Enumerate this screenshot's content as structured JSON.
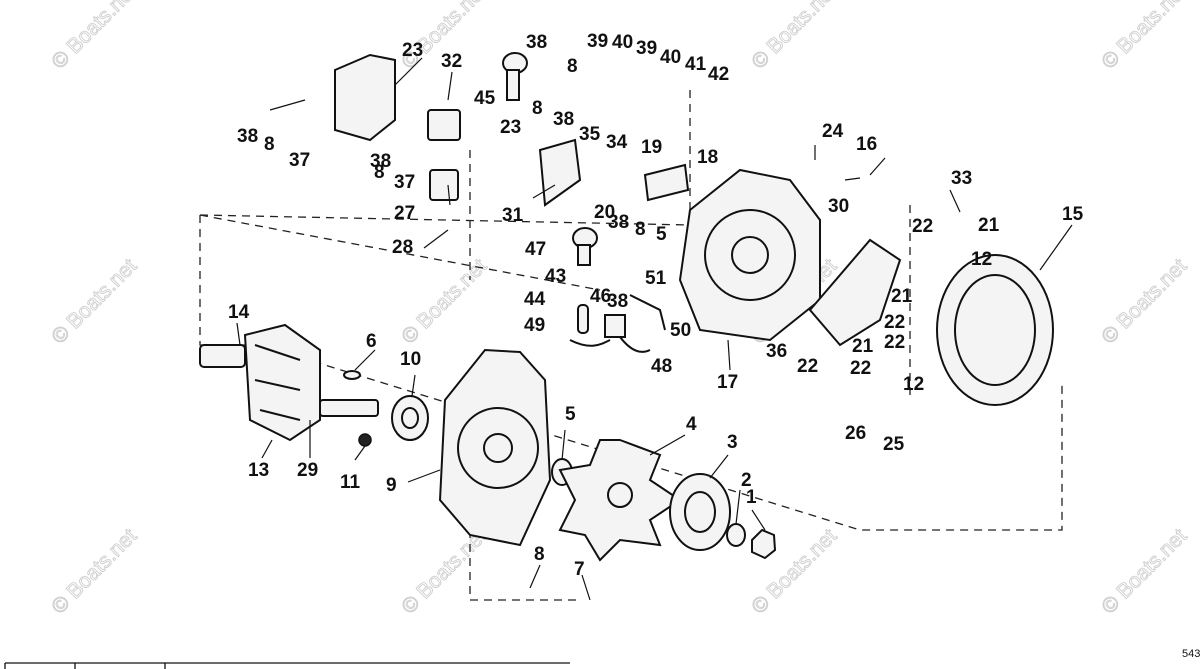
{
  "diagram": {
    "callouts": [
      "1",
      "2",
      "3",
      "4",
      "5",
      "5",
      "6",
      "7",
      "8",
      "8",
      "8",
      "8",
      "8",
      "8",
      "9",
      "10",
      "11",
      "12",
      "12",
      "13",
      "14",
      "15",
      "16",
      "17",
      "18",
      "19",
      "20",
      "21",
      "21",
      "21",
      "22",
      "22",
      "22",
      "22",
      "22",
      "23",
      "23",
      "24",
      "25",
      "26",
      "27",
      "28",
      "29",
      "30",
      "31",
      "32",
      "33",
      "34",
      "35",
      "36",
      "37",
      "37",
      "38",
      "38",
      "38",
      "38",
      "38",
      "38",
      "39",
      "39",
      "40",
      "40",
      "41",
      "42",
      "43",
      "44",
      "45",
      "46",
      "47",
      "48",
      "49",
      "50",
      "51"
    ],
    "watermark": "© Boats.net",
    "diagram_code": "543"
  },
  "colors": {
    "ink": "#111111",
    "watermark": "#cfcfcf",
    "background": "#ffffff"
  }
}
